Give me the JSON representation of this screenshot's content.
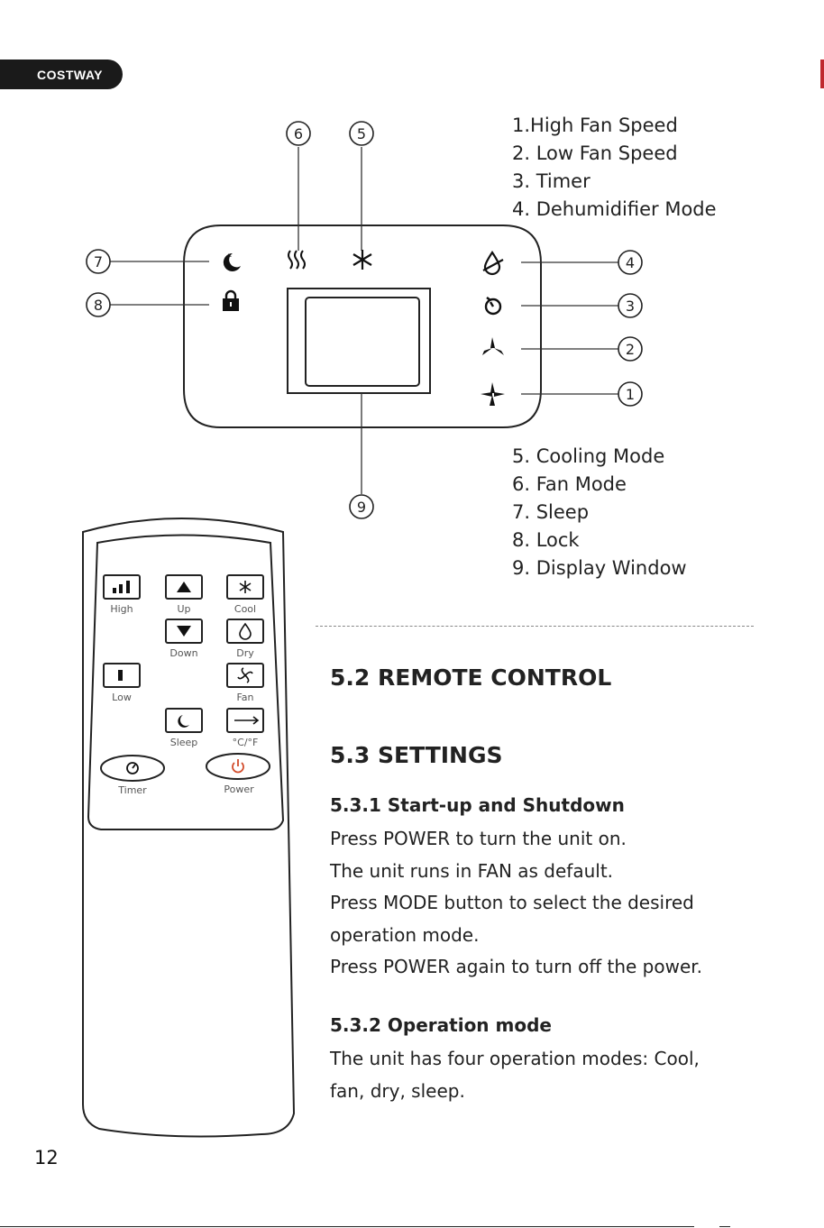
{
  "brand": {
    "logo_text": "COSTWAY"
  },
  "legend_top": [
    "1.High Fan Speed",
    "2. Low Fan Speed",
    "3. Timer",
    "4. Dehumidifier Mode"
  ],
  "legend_bottom": [
    "5. Cooling Mode",
    "6. Fan Mode",
    "7. Sleep",
    "8. Lock",
    "9. Display Window"
  ],
  "callouts": [
    "1",
    "2",
    "3",
    "4",
    "5",
    "6",
    "7",
    "8",
    "9"
  ],
  "remote": {
    "high": "High",
    "up": "Up",
    "cool": "Cool",
    "down": "Down",
    "dry": "Dry",
    "low": "Low",
    "fan": "Fan",
    "sleep": "Sleep",
    "unit": "°C/°F",
    "timer": "Timer",
    "power": "Power"
  },
  "section_remote": "5.2 REMOTE CONTROL",
  "section_settings": "5.3 SETTINGS",
  "sub_startup": "5.3.1 Start-up and Shutdown",
  "startup_lines": [
    "Press POWER to turn the unit on.",
    "The unit runs in FAN as default.",
    "Press MODE button to select the desired",
    "operation mode.",
    "Press POWER again to turn off the power."
  ],
  "sub_operation": "5.3.2 Operation mode",
  "operation_lines": [
    "The unit has four operation modes: Cool,",
    "fan, dry, sleep."
  ],
  "page_number": "12",
  "colors": {
    "ink": "#222222",
    "brand_bar": "#1a1a1a",
    "edge_mark": "#c0282d"
  }
}
